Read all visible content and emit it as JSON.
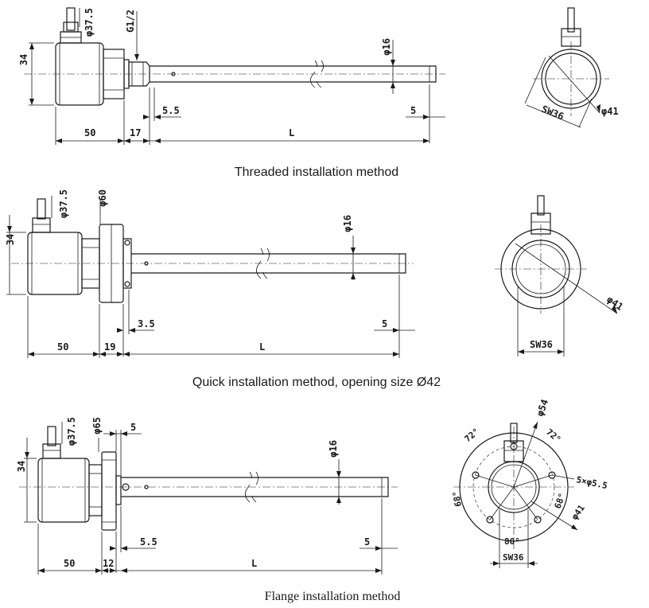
{
  "captions": {
    "threaded": "Threaded installation method",
    "quick": "Quick installation method, opening size Ø42",
    "flange": "Flange installation method"
  },
  "threaded": {
    "phi375": "φ37.5",
    "g12": "G1/2",
    "phi16": "φ16",
    "h34": "34",
    "d55": "5.5",
    "d5": "5",
    "d50": "50",
    "d17": "17",
    "L": "L",
    "sw36": "SW36",
    "phi41": "φ41"
  },
  "quick": {
    "phi375": "φ37.5",
    "phi60": "φ60",
    "phi16": "φ16",
    "h34": "34",
    "d35": "3.5",
    "d5": "5",
    "d50": "50",
    "d19": "19",
    "L": "L",
    "sw36": "SW36",
    "phi41": "φ41"
  },
  "flange": {
    "phi375": "φ37.5",
    "phi65": "φ65",
    "top5": "5",
    "phi16": "φ16",
    "h34": "34",
    "d55": "5.5",
    "d5": "5",
    "d50": "50",
    "d12": "12",
    "L": "L",
    "phi54": "φ54",
    "ang72a": "72°",
    "ang72b": "72°",
    "holes": "5×φ5.5",
    "ang68a": "68°",
    "ang68b": "68°",
    "ang80": "80°",
    "sw36": "SW36",
    "phi41": "φ41"
  }
}
